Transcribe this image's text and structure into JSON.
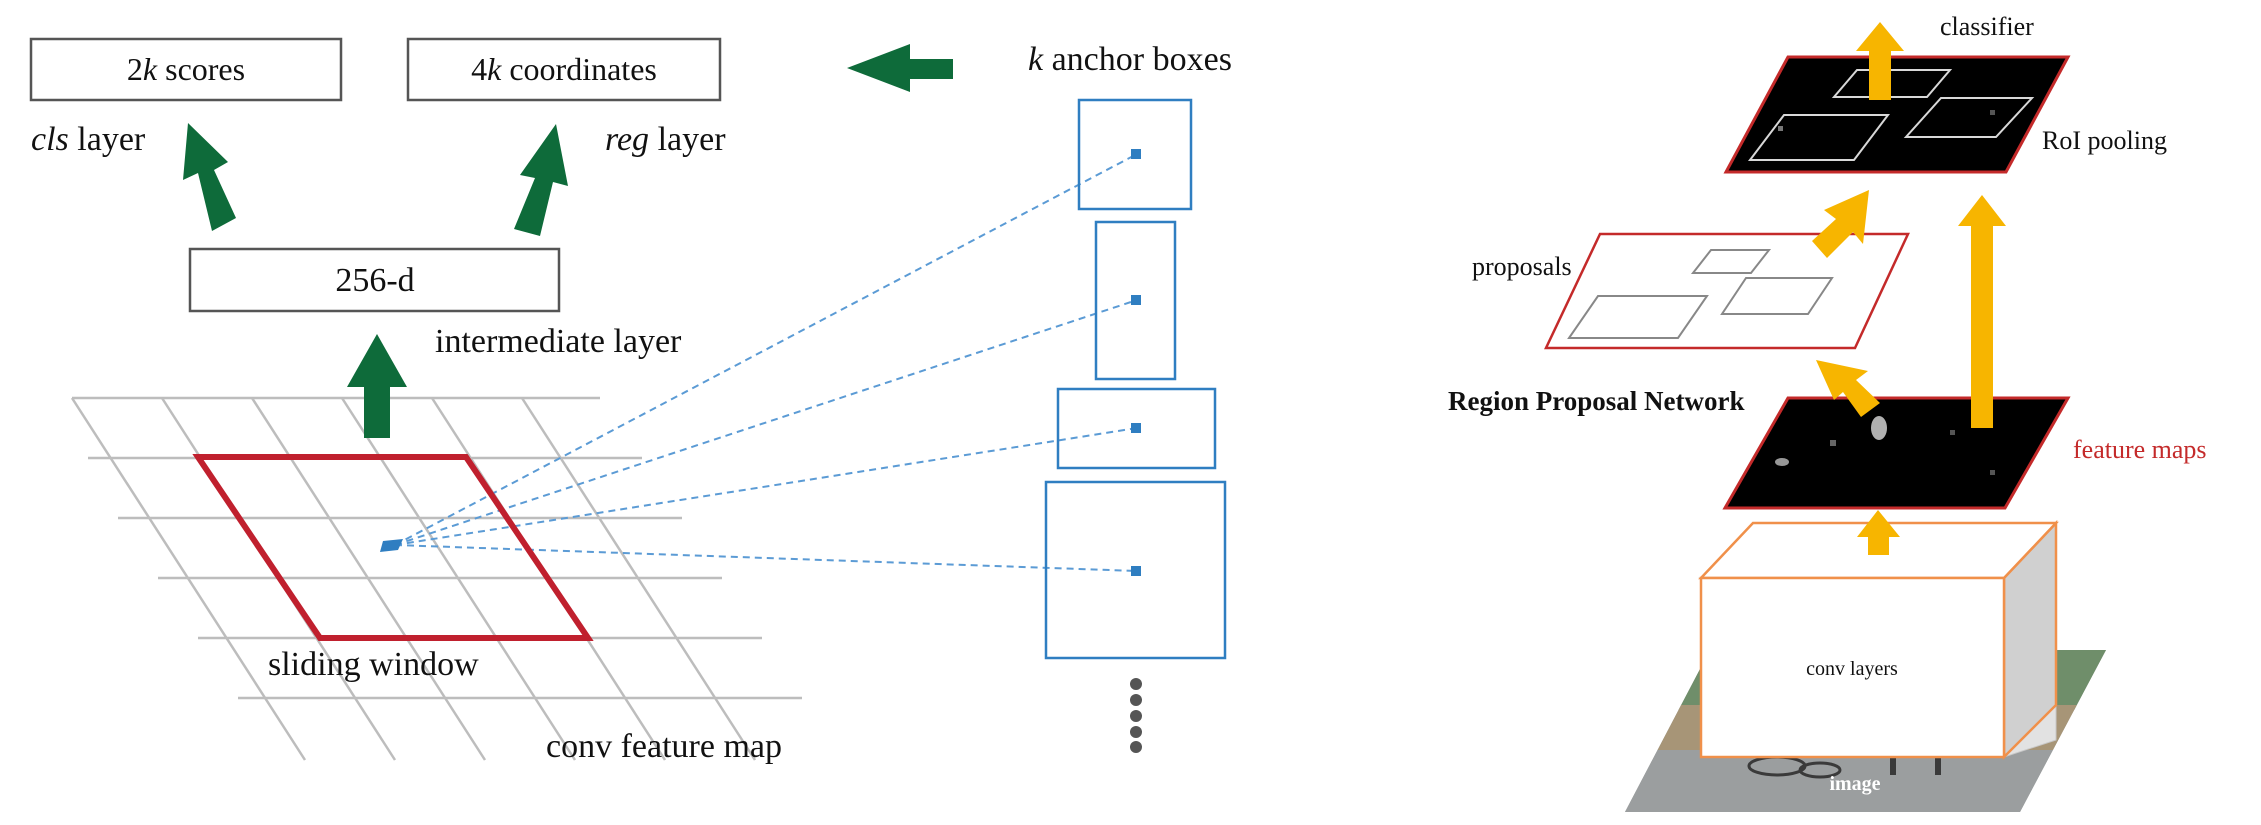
{
  "left": {
    "cls_box": {
      "num": "2",
      "var": "k",
      "rest": " scores"
    },
    "reg_box": {
      "num": "4",
      "var": "k",
      "rest": " coordinates"
    },
    "cls_label": {
      "var": "cls",
      "rest": " layer"
    },
    "reg_label": {
      "var": "reg",
      "rest": " layer"
    },
    "intermediate_box": "256-d",
    "intermediate_label": "intermediate layer",
    "sliding_window": "sliding window",
    "conv_feature_map": "conv feature map",
    "anchor_title": {
      "var": "k",
      "rest": " anchor boxes"
    }
  },
  "right": {
    "classifier": "classifier",
    "roi_pooling": "RoI pooling",
    "proposals": "proposals",
    "rpn": "Region Proposal Network",
    "feature_maps": "feature maps",
    "conv_layers": "conv layers",
    "image": "image"
  },
  "colors": {
    "green_arrow": "#0e6b3a",
    "red_window": "#c0202e",
    "anchor_blue": "#2f7ec1",
    "grid_gray": "#bdbdbd",
    "yellow_arrow": "#f7b500",
    "feature_red": "#c42a2a",
    "conv_orange": "#f0904a"
  }
}
